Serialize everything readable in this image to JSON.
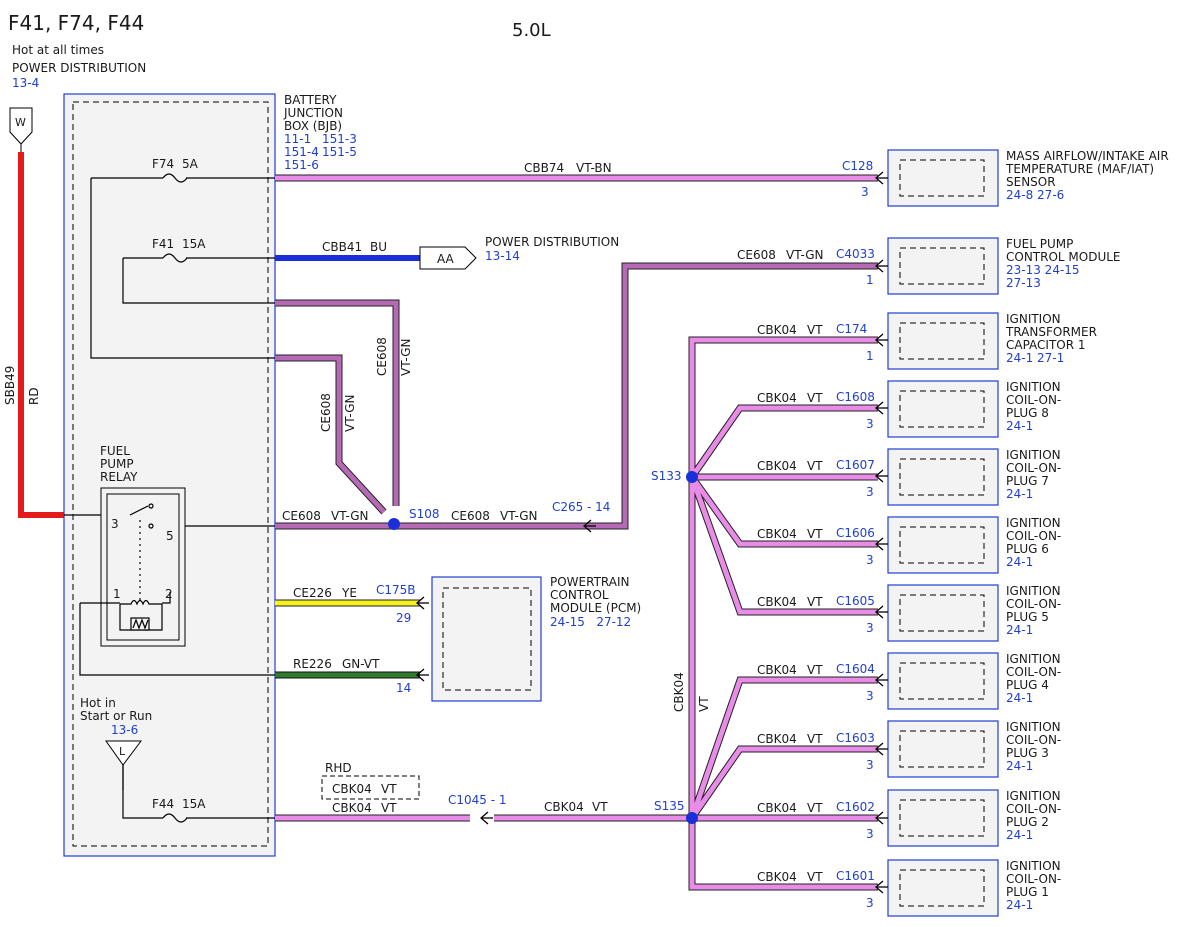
{
  "header": {
    "fuses": "F41, F74, F44",
    "engine": "5.0L"
  },
  "top_left": {
    "line1": "Hot at all times",
    "line2": "POWER DISTRIBUTION",
    "ref": "13-4"
  },
  "feed": {
    "terminal": "W",
    "wire": "SBB49",
    "color": "RD"
  },
  "bjb": {
    "name": [
      "BATTERY",
      "JUNCTION",
      "BOX (BJB)"
    ],
    "refs": [
      "11-1",
      "151-3",
      "151-4",
      "151-5",
      "151-6"
    ]
  },
  "fuses": {
    "f74": {
      "id": "F74",
      "rating": "5A"
    },
    "f41": {
      "id": "F41",
      "rating": "15A"
    },
    "f44": {
      "id": "F44",
      "rating": "15A"
    }
  },
  "relay": {
    "name": [
      "FUEL",
      "PUMP",
      "RELAY"
    ],
    "pins": [
      "3",
      "5",
      "1",
      "2"
    ]
  },
  "start_run": {
    "line1": "Hot in",
    "line2": "Start or Run",
    "ref": "13-6",
    "terminal": "L"
  },
  "wires": {
    "cbb74": {
      "circuit": "CBB74",
      "color": "VT-BN",
      "connector": "C128",
      "pin": "3"
    },
    "cbb41": {
      "circuit": "CBB41",
      "color": "BU",
      "terminal": "AA",
      "dest": "POWER DISTRIBUTION",
      "ref": "13-14"
    },
    "ce608_top": {
      "circuit": "CE608",
      "color": "VT-GN",
      "connector": "C4033",
      "pin": "1"
    },
    "ce608_v1": {
      "circuit": "CE608",
      "color": "VT-GN"
    },
    "ce608_v2": {
      "circuit": "CE608",
      "color": "VT-GN"
    },
    "ce608_relay": {
      "circuit": "CE608",
      "color": "VT-GN"
    },
    "ce608_s108": {
      "splice": "S108",
      "circuit": "CE608",
      "color": "VT-GN",
      "connector": "C265",
      "pin": "- 14"
    },
    "ce226": {
      "circuit": "CE226",
      "color": "YE",
      "connector": "C175B",
      "pin": "29"
    },
    "re226": {
      "circuit": "RE226",
      "color": "GN-VT",
      "pin": "14"
    },
    "cbk04_rhd": {
      "label": "RHD",
      "circuit": "CBK04",
      "color": "VT"
    },
    "cbk04_main": {
      "circuit": "CBK04",
      "color": "VT",
      "connector": "C1045 - 1"
    },
    "cbk04_s135": {
      "splice": "S135",
      "circuit": "CBK04",
      "color": "VT"
    },
    "cbk04_vertical": {
      "circuit": "CBK04",
      "color": "VT"
    },
    "s133": "S133"
  },
  "pcm": {
    "name": [
      "POWERTRAIN",
      "CONTROL",
      "MODULE (PCM)"
    ],
    "refs": "24-15   27-12"
  },
  "components": [
    {
      "name": [
        "MASS AIRFLOW/INTAKE AIR",
        "TEMPERATURE (MAF/IAT)",
        "SENSOR"
      ],
      "refs": "24-8   27-6"
    },
    {
      "name": [
        "FUEL PUMP",
        "CONTROL MODULE"
      ],
      "refs": "23-13   24-15",
      "refs2": "27-13"
    },
    {
      "name": [
        "IGNITION",
        "TRANSFORMER",
        "CAPACITOR 1"
      ],
      "refs": "24-1   27-1"
    },
    {
      "name": [
        "IGNITION",
        "COIL-ON-",
        "PLUG 8"
      ],
      "refs": "24-1"
    },
    {
      "name": [
        "IGNITION",
        "COIL-ON-",
        "PLUG 7"
      ],
      "refs": "24-1"
    },
    {
      "name": [
        "IGNITION",
        "COIL-ON-",
        "PLUG 6"
      ],
      "refs": "24-1"
    },
    {
      "name": [
        "IGNITION",
        "COIL-ON-",
        "PLUG 5"
      ],
      "refs": "24-1"
    },
    {
      "name": [
        "IGNITION",
        "COIL-ON-",
        "PLUG 4"
      ],
      "refs": "24-1"
    },
    {
      "name": [
        "IGNITION",
        "COIL-ON-",
        "PLUG 3"
      ],
      "refs": "24-1"
    },
    {
      "name": [
        "IGNITION",
        "COIL-ON-",
        "PLUG 2"
      ],
      "refs": "24-1"
    },
    {
      "name": [
        "IGNITION",
        "COIL-ON-",
        "PLUG 1"
      ],
      "refs": "24-1"
    }
  ],
  "coil_wires": [
    {
      "circuit": "CBK04",
      "color": "VT",
      "connector": "C174",
      "pin": "1"
    },
    {
      "circuit": "CBK04",
      "color": "VT",
      "connector": "C1608",
      "pin": "3"
    },
    {
      "circuit": "CBK04",
      "color": "VT",
      "connector": "C1607",
      "pin": "3"
    },
    {
      "circuit": "CBK04",
      "color": "VT",
      "connector": "C1606",
      "pin": "3"
    },
    {
      "circuit": "CBK04",
      "color": "VT",
      "connector": "C1605",
      "pin": "3"
    },
    {
      "circuit": "CBK04",
      "color": "VT",
      "connector": "C1604",
      "pin": "3"
    },
    {
      "circuit": "CBK04",
      "color": "VT",
      "connector": "C1603",
      "pin": "3"
    },
    {
      "circuit": "CBK04",
      "color": "VT",
      "connector": "C1602",
      "pin": "3"
    },
    {
      "circuit": "CBK04",
      "color": "VT",
      "connector": "C1601",
      "pin": "3"
    }
  ],
  "colors": {
    "violet": "#e88ce8",
    "red": "#e41b1b",
    "blue": "#1a2fd8",
    "yellow": "#f4f21a",
    "green": "#2e7a2e",
    "ref_blue": "#1f3fd1"
  }
}
